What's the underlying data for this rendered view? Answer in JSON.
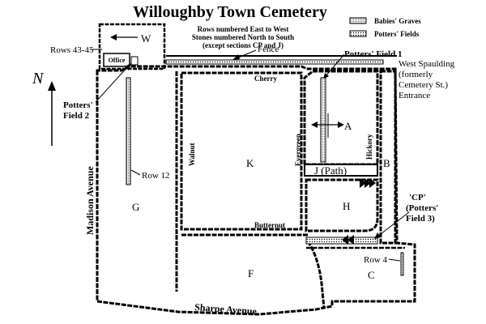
{
  "title": "Willoughby Town Cemetery",
  "notes": {
    "line1": "Rows numbered East to West",
    "line2": "Stones numbered North to South",
    "line3": "(except sections CP and J)"
  },
  "legend": {
    "babies_graves": "Babies' Graves",
    "potters_fields": "Potters' Fields"
  },
  "labels": {
    "rows_43_45": "Rows 43-45",
    "office": "Office",
    "fence": "Fence",
    "potters_field_1": "Potters' Field 1",
    "potters_field_2_line1": "Potters'",
    "potters_field_2_line2": "Field 2",
    "row12": "Row 12",
    "row4": "Row 4",
    "north": "N",
    "cp_line1": "'CP'",
    "cp_line2": "(Potters'",
    "cp_line3": "Field 3)",
    "entrance_line1": "West Spaulding",
    "entrance_line2": "(formerly",
    "entrance_line3": "Cemetery St.)",
    "entrance_line4": "Entrance"
  },
  "streets": {
    "madison": "Madison Avenue",
    "sharpe": "Sharpe Avenue",
    "cherry": "Cherry",
    "walnut": "Walnut",
    "evergreen": "Evergreen",
    "hickory": "Hickory",
    "butternut": "Butternut"
  },
  "sections": {
    "w": "W",
    "a": "A",
    "b": "B",
    "c": "C",
    "f": "F",
    "g": "G",
    "h": "H",
    "k": "K",
    "j": "J (Path)"
  }
}
